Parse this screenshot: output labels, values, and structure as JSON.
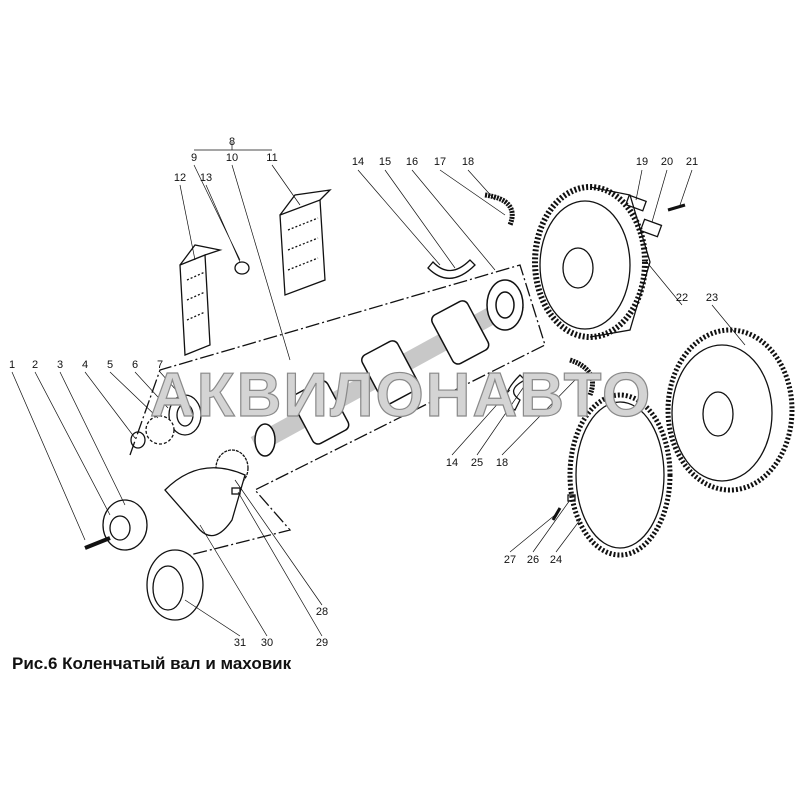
{
  "figure": {
    "caption": "Рис.6 Коленчатый вал и маховик",
    "watermark": "АКВИЛОНАВТО",
    "callouts": [
      "1",
      "2",
      "3",
      "4",
      "5",
      "6",
      "7",
      "8",
      "9",
      "10",
      "11",
      "12",
      "13",
      "14",
      "15",
      "16",
      "17",
      "18",
      "19",
      "20",
      "21",
      "22",
      "23",
      "14",
      "25",
      "18",
      "27",
      "26",
      "24",
      "28",
      "29",
      "30",
      "31"
    ]
  }
}
